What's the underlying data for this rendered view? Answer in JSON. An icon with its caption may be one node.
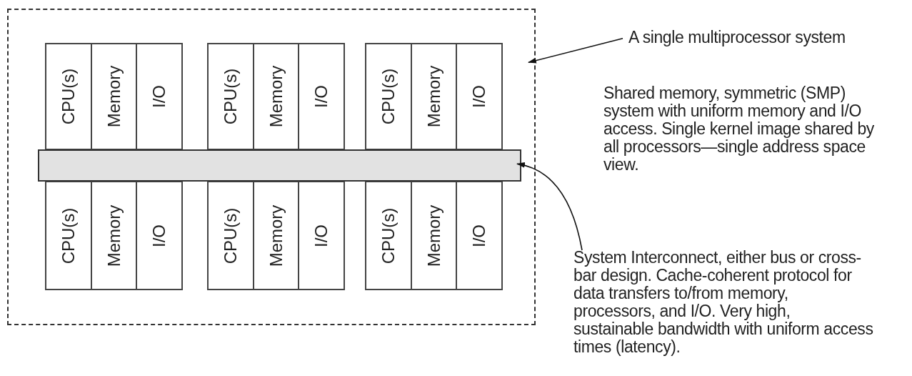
{
  "diagram": {
    "nodes": [
      {
        "text": [],
        "shape": "box"
      },
      {
        "text": [],
        "shape": "box",
        "in": 0
      },
      {
        "text": [
          "CPU(s)"
        ],
        "in": 1
      },
      {
        "text": [
          "Memory"
        ],
        "in": 1
      },
      {
        "text": [
          "I/O"
        ],
        "in": 1
      },
      {
        "text": [],
        "shape": "box",
        "in": 0
      },
      {
        "text": [
          "CPU(s)"
        ],
        "in": 5
      },
      {
        "text": [
          "Memory"
        ],
        "in": 5
      },
      {
        "text": [
          "I/O"
        ],
        "in": 5
      },
      {
        "text": [],
        "shape": "box",
        "in": 0
      },
      {
        "text": [
          "CPU(s)"
        ],
        "in": 9
      },
      {
        "text": [
          "Memory"
        ],
        "in": 9
      },
      {
        "text": [
          "I/O"
        ],
        "in": 9
      },
      {
        "text": [],
        "shape": "bar",
        "in": 0
      },
      {
        "text": [],
        "shape": "box",
        "in": 0
      },
      {
        "text": [
          "CPU(s)"
        ],
        "in": 14
      },
      {
        "text": [
          "Memory"
        ],
        "in": 14
      },
      {
        "text": [
          "I/O"
        ],
        "in": 14
      },
      {
        "text": [],
        "shape": "box",
        "in": 0
      },
      {
        "text": [
          "CPU(s)"
        ],
        "in": 18
      },
      {
        "text": [
          "Memory"
        ],
        "in": 18
      },
      {
        "text": [
          "I/O"
        ],
        "in": 18
      },
      {
        "text": [],
        "shape": "box",
        "in": 0
      },
      {
        "text": [
          "CPU(s)"
        ],
        "in": 22
      },
      {
        "text": [
          "Memory"
        ],
        "in": 22
      },
      {
        "text": [
          "I/O"
        ],
        "in": 22
      },
      {
        "text": [
          "A single multiprocessor system"
        ]
      },
      {
        "text": [
          "System Interconnect, either bus or cross-bar design. Cache-coherent protocol for data transfers to/from memory, processors, and I/O. Very high, sustainable bandwidth with uniform access times (latency)."
        ]
      }
    ],
    "edges": [
      {
        "from": 26,
        "to": 0,
        "arrow": "to"
      },
      {
        "from": 27,
        "to": 13,
        "arrow": "to"
      }
    ],
    "labels": [
      "Shared memory, symmetric (SMP) system with uniform memory and I/O access. Single kernel image shared by all processors—single address space view."
    ]
  }
}
